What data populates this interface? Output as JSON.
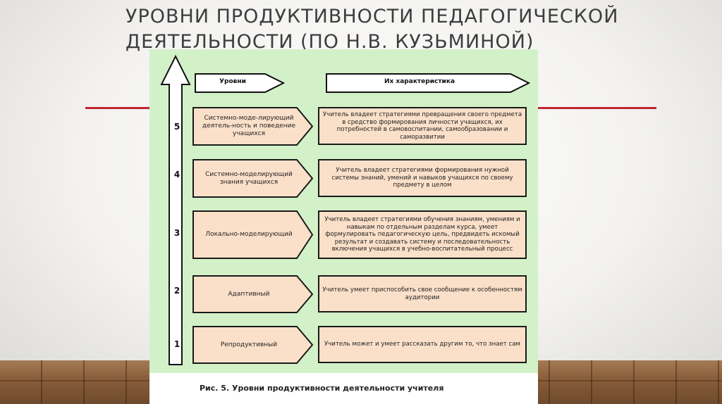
{
  "slide": {
    "title": "Уровни продуктивности педагогической деятельности (по Н.В. Кузьминой)"
  },
  "figure": {
    "header_levels": "Уровни",
    "header_characteristics": "Их характеристика",
    "caption": "Рис. 5. Уровни продуктивности деятельности учителя",
    "rows": [
      {
        "number": "5",
        "level": "Системно-моде-лирующий деятель-ность и поведение учащихся",
        "description": "Учитель владеет стратегиями превращения своего предмета в средство формирования личности учащихся, их потребностей в самовоспитании, самообразовании и саморазвитии"
      },
      {
        "number": "4",
        "level": "Системно-моделирующий знания учащихся",
        "description": "Учитель владеет стратегиями формирования нужной системы знаний, умений и навыков учащихся по своему предмету в целом"
      },
      {
        "number": "3",
        "level": "Локально-моделирующий",
        "description": "Учитель владеет стратегиями обучения знаниям, умениям и навыкам по отдельным разделам курса, умеет формулировать педагогическую цель, предвидеть искомый результат и создавать систему и последовательность включения учащихся в учебно-воспитательный процесс"
      },
      {
        "number": "2",
        "level": "Адаптивный",
        "description": "Учитель умеет приспособить свое сообщение к особенностям аудитории"
      },
      {
        "number": "1",
        "level": "Репродуктивный",
        "description": "Учитель может и умеет рассказать другим то, что знает сам"
      }
    ]
  },
  "colors": {
    "accent_line": "#c0272d",
    "panel_green": "#d3f1c8",
    "box_peach": "#fae0c9"
  }
}
